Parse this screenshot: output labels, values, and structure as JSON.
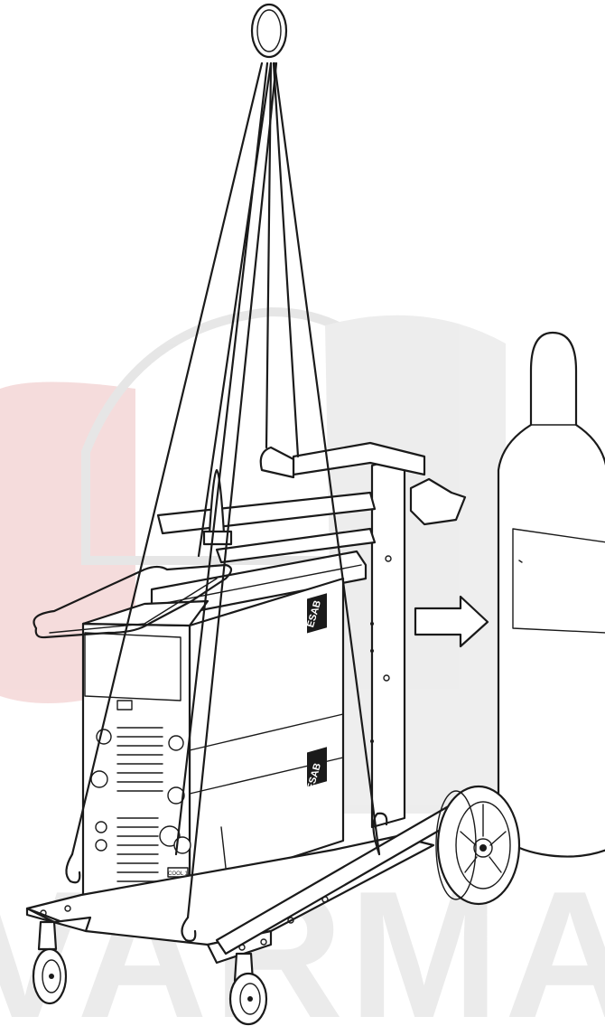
{
  "brand": {
    "label": "ESAB"
  },
  "device": {
    "model_label": "COOL 1"
  },
  "watermark": {
    "text": "VARMA"
  },
  "colors": {
    "line": "#1a1a1a",
    "paper": "#ffffff",
    "watermark_red": "#f3d3d3",
    "watermark_gray": "#e3e3e3"
  },
  "icons": {
    "direction_arrow": "arrow-right-icon",
    "lifting_ring": "lifting-ring-icon"
  }
}
